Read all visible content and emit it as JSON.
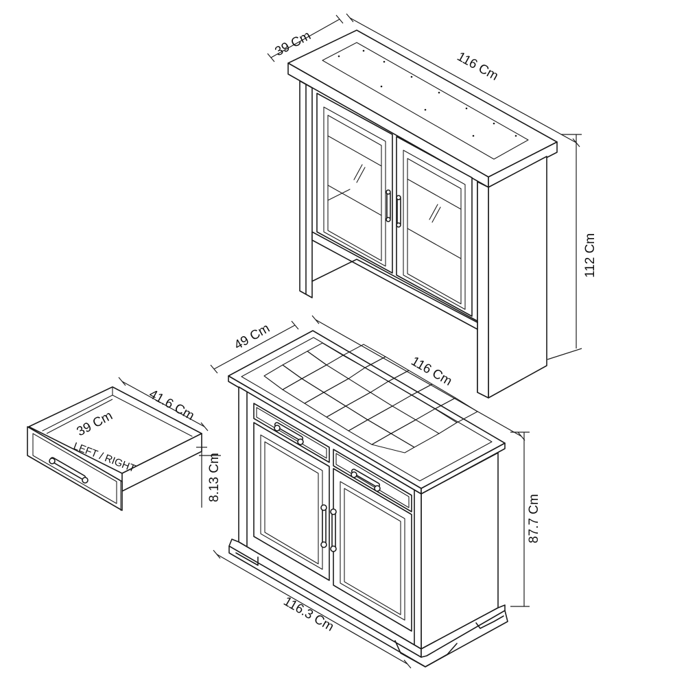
{
  "dimensions": {
    "hutch": {
      "depth": "39 Cm",
      "width": "116 Cm",
      "height": "112 Cm"
    },
    "sideboard": {
      "depth": "49 Cm",
      "top_width": "116 Cm",
      "base_width": "116.3 Cm",
      "height": "87.7 Cm"
    },
    "drawer": {
      "width": "41.6 Cm",
      "depth": "39 Cm",
      "height": "8.13 Cm",
      "note": "LEFT / RIGHT"
    }
  },
  "colors": {
    "line": "#1a1a1a",
    "background": "#ffffff"
  }
}
